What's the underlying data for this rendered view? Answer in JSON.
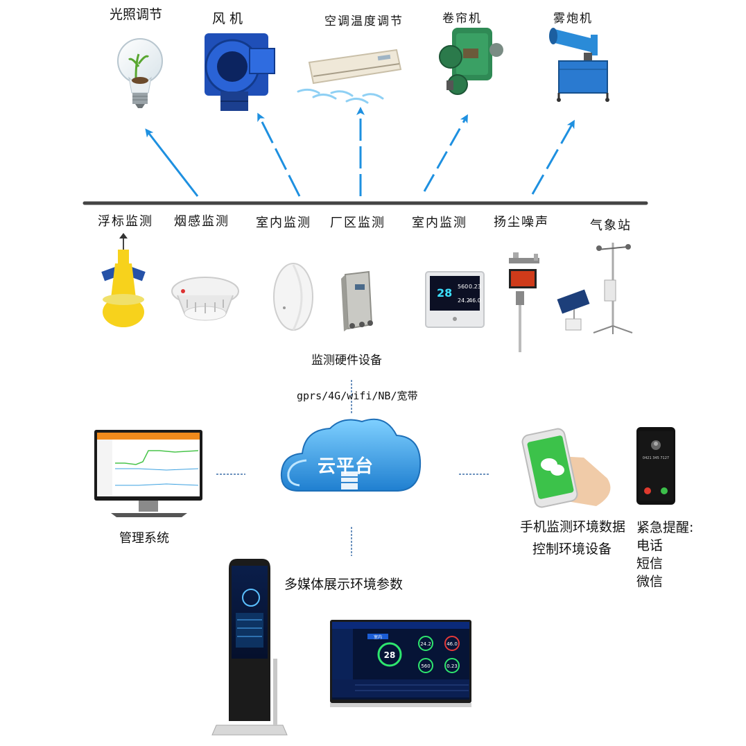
{
  "devices": {
    "light": "光照调节",
    "fan": "风机",
    "ac": "空调温度调节",
    "curtain": "卷帘机",
    "fog": "雾炮机"
  },
  "monitors": {
    "float": "浮标监测",
    "smoke": "烟感监测",
    "indoor1": "室内监测",
    "plant": "厂区监测",
    "indoor2": "室内监测",
    "dust": "扬尘噪声",
    "weather": "气象站"
  },
  "hardware_label": "监测硬件设备",
  "network_label": "gprs/4G/wifi/NB/宽带",
  "cloud_label": "云平台",
  "management_label": "管理系统",
  "mobile": {
    "line1": "手机监测环境数据",
    "line2": "控制环境设备"
  },
  "alert": {
    "title": "紧急提醒:",
    "items": [
      "电话",
      "短信",
      "微信"
    ]
  },
  "multimedia_label": "多媒体展示环境参数",
  "screen_values": {
    "pm": "28",
    "temp": "24.2",
    "hum": "46.0",
    "noise": "560",
    "tvoc": "0.23",
    "status": "室内"
  },
  "phone_number": "0421 345 7127",
  "colors": {
    "arrow": "#1e90e0",
    "bar": "#444444",
    "cloud": "#2f9be0",
    "wechat": "#3cc24a"
  }
}
